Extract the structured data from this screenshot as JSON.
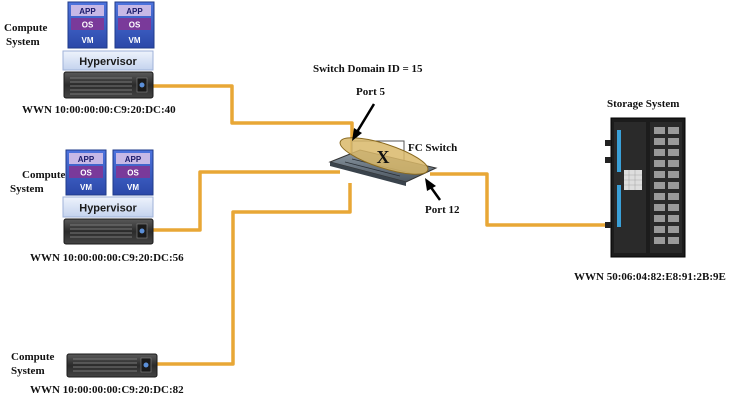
{
  "colors": {
    "cable": "#e8a736",
    "vm_blue": "#3a5ec8",
    "app_lavender": "#c7b8e6",
    "os_purple": "#7a3a9a",
    "hypervisor_bg": "#dce6f7",
    "server_dark": "#2f2f2f",
    "rack_dark": "#1c1c1c",
    "rack_accent": "#3aa0d8"
  },
  "compute_1": {
    "label_line1": "Compute",
    "label_line2": "System",
    "vm_app": "APP",
    "vm_os": "OS",
    "vm_vm": "VM",
    "hypervisor": "Hypervisor",
    "wwn": "WWN 10:00:00:00:C9:20:DC:40"
  },
  "compute_2": {
    "label_line1": "Compute",
    "label_line2": "System",
    "vm_app": "APP",
    "vm_os": "OS",
    "vm_vm": "VM",
    "hypervisor": "Hypervisor",
    "wwn": "WWN 10:00:00:00:C9:20:DC:56"
  },
  "compute_3": {
    "label_line1": "Compute",
    "label_line2": "System",
    "wwn": "WWN 10:00:00:00:C9:20:DC:82"
  },
  "switch": {
    "domain": "Switch Domain ID = 15",
    "name": "FC Switch",
    "mark": "X",
    "port_top": "Port 5",
    "port_bottom": "Port 12"
  },
  "storage": {
    "title": "Storage System",
    "wwn": "WWN 50:06:04:82:E8:91:2B:9E"
  },
  "icons": [
    "vm-stack-icon",
    "hypervisor-icon",
    "server-chassis-icon",
    "fc-switch-icon",
    "storage-rack-icon",
    "arrow-icon"
  ]
}
